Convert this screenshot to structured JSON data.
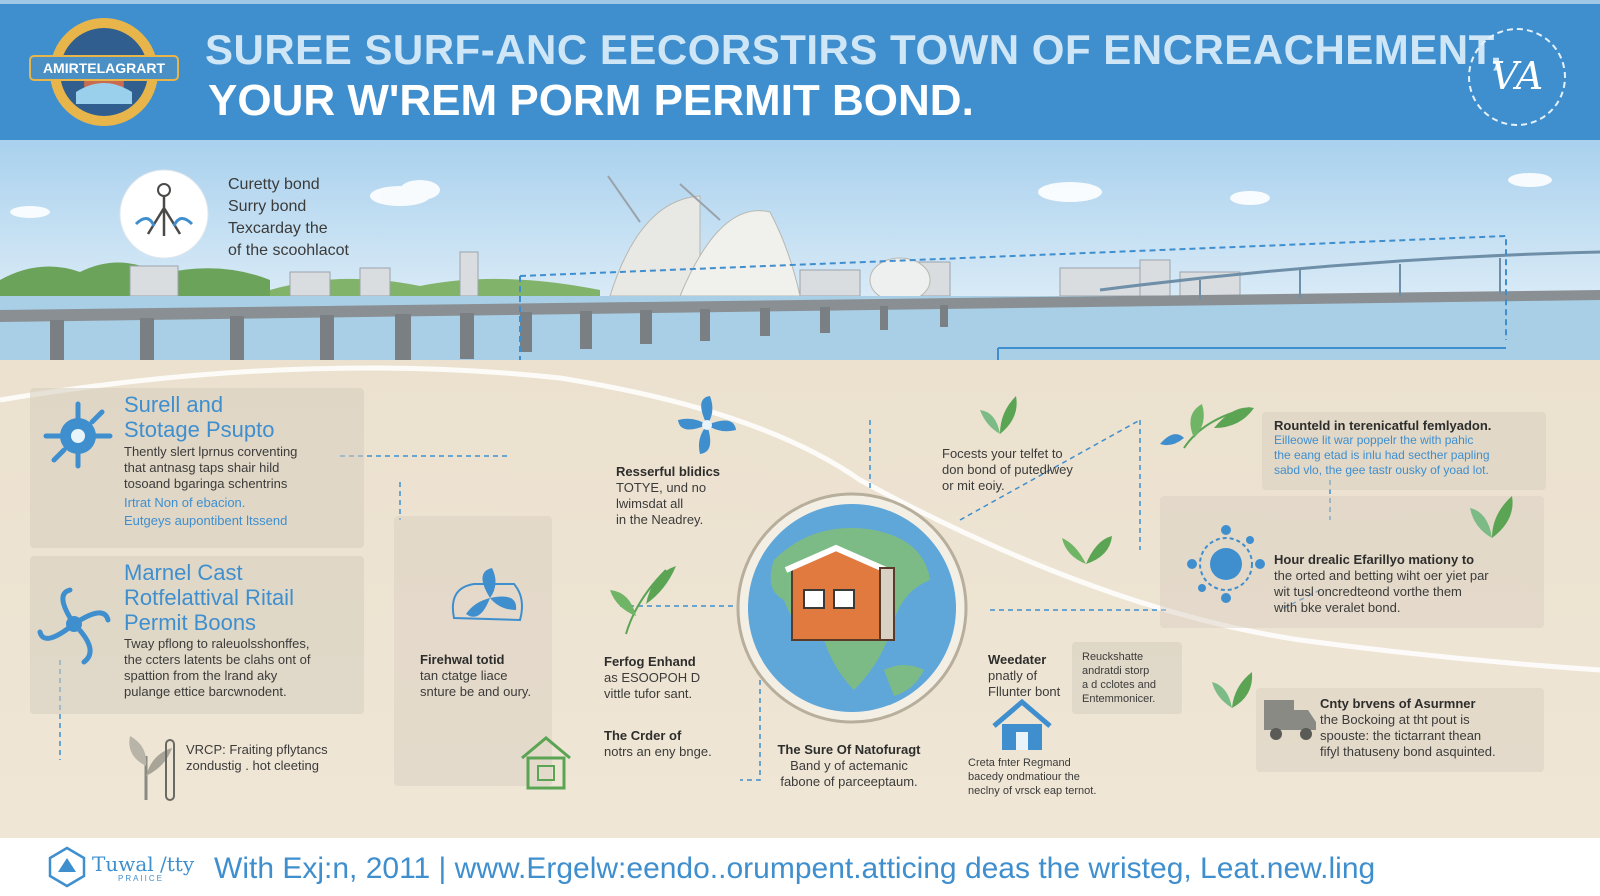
{
  "header": {
    "emblem_text": "AMIRTELAGRART",
    "title_line1": "SUREE SURF-ANC EECORSTIRS TOWN OF ENCREACHEMENT,",
    "title_line2": "YOUR W'REM PORM PERMIT BOND.",
    "mark_text": "VA"
  },
  "legend": {
    "line1": "Curetty bond",
    "line2": "Surry bond",
    "line3": "Texcarday the",
    "line4": "of the scoohlacot"
  },
  "left_panel_1": {
    "title_line1": "Surell and",
    "title_line2": "Stotage Psupto",
    "body_line1": "Thently slert lprnus corventing",
    "body_line2": "that antnasg taps shair hild",
    "body_line3": "tosoand bgaringa schentrins",
    "link1": "Irtrat Non of ebacion.",
    "link2": "Eutgeys aupontibent ltssend"
  },
  "left_panel_2": {
    "title_line1": "Marnel Cast",
    "title_line2": "Rotfelattival Ritail",
    "title_line3": "Permit Boons",
    "body_line1": "Tway pflong to raleuolsshonffes,",
    "body_line2": "the ccters latents be clahs ont of",
    "body_line3": "spattion from the lrand aky",
    "body_line4": "pulange ettice barcwnodent."
  },
  "left_bottom": {
    "line1": "VRCP: Fraiting pflytancs",
    "line2": "zondustig . hot cleeting"
  },
  "firewal": {
    "title": "Firehwal totid",
    "line1": "tan ctatge liace",
    "line2": "snture be and oury."
  },
  "reserful": {
    "title": "Resserful blidics",
    "line1": "TOTYE, und no",
    "line2": "lwimsdat all",
    "line3": "in the Neadrey."
  },
  "ferfog": {
    "title": "Ferfog Enhand",
    "line1": "as ESOOPOH D",
    "line2": "vittle tufor sant."
  },
  "order": {
    "title": "The Crder of",
    "line1": "notrs an eny bnge."
  },
  "globe_caption": {
    "line1": "The Sure Of Natofuragt",
    "line2": "Band y of actemanic",
    "line3": "fabone of parceeptaum."
  },
  "focets": {
    "line1": "Focests your telfet to",
    "line2": "don bond of putedlwey",
    "line3": "or mit eoiy."
  },
  "weedater": {
    "line1": "Weedater",
    "line2": "pnatly of",
    "line3": "Fllunter bont"
  },
  "reuckshatte": {
    "line1": "Reuckshatte",
    "line2": "andratdi storp",
    "line3": "a d cclotes and",
    "line4": "Entemmonicer."
  },
  "creta": {
    "line1": "Creta fnter Regmand",
    "line2": "bacedy ondmatiour the",
    "line3": "neclny of vrsck eap ternot."
  },
  "right_panel_1": {
    "title": "Rounteld in terenicatful femlyadon.",
    "line1": "Eilleowe lit war poppelr the with pahic",
    "line2": "the eang etad is inlu had secther papling",
    "line3": "sabd vlo, the gee tastr ousky of yoad lot."
  },
  "right_panel_2": {
    "title": "Hour drealic Efarillyo mationy to",
    "line1": "the orted and betting wiht oer yiet par",
    "line2": "wit tusl oncredteond vorthe them",
    "line3": "with bke veralet bond."
  },
  "right_panel_3": {
    "title": "Cnty brvens of Asurmner",
    "line1": "the Bockoing at tht pout is",
    "line2": "spouste: the tictarrant thean",
    "line3": "fifyl thatuseny bond asquinted."
  },
  "footer": {
    "brand": "Tuwal /tty",
    "brand_sub": "PRAIICE",
    "text": "With Exj:n, 2011 | www.Ergelw:eendo..orumpent.atticing deas the wristeg, Leat.new.ling"
  },
  "colors": {
    "header_blue": "#3f8fcf",
    "accent_blue": "#3f8fcf",
    "house_orange": "#e07a3f",
    "leaf_green": "#5aa454",
    "sand": "#efe6d6"
  },
  "icons": [
    "compass-icon",
    "bacteria-icon",
    "flower-icon",
    "fan-icon",
    "leaf-icon",
    "house-icon",
    "home-icon",
    "truck-icon",
    "globe-icon",
    "plant-icon"
  ]
}
